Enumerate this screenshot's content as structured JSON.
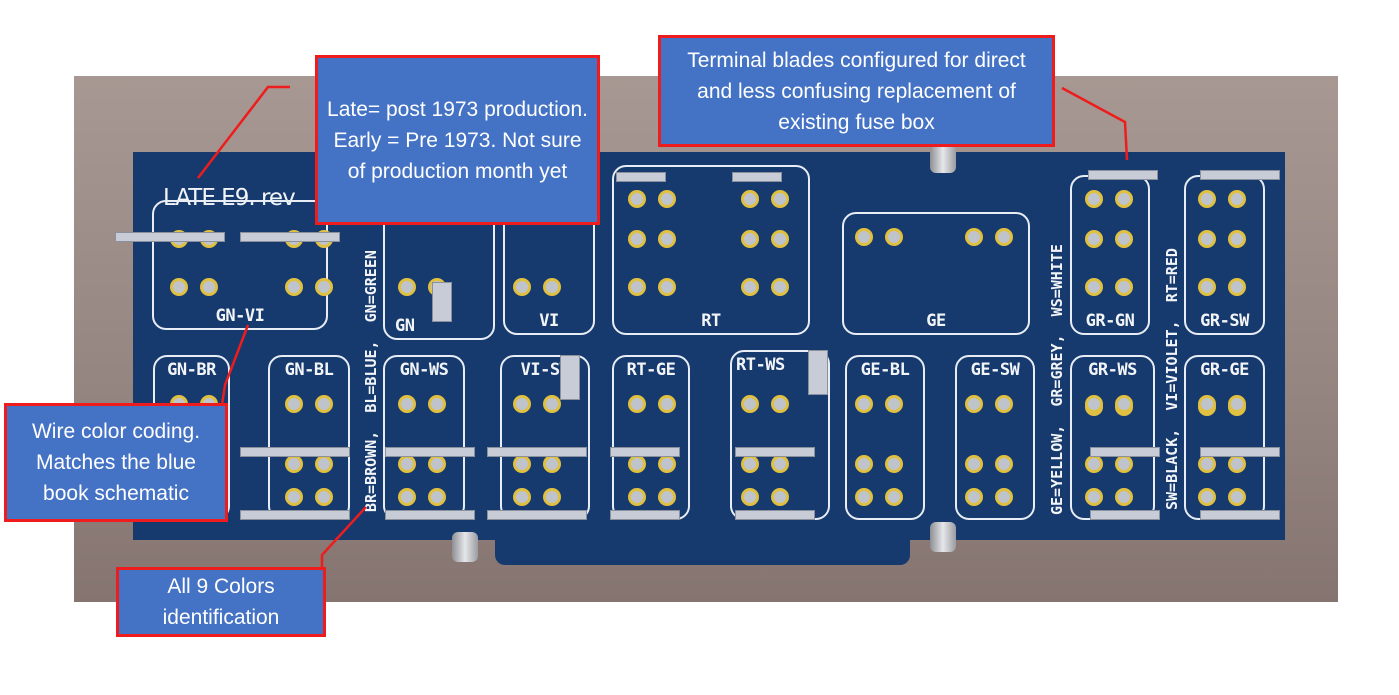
{
  "board": {
    "title": "LATE E9. rev",
    "legend_left": "BR=BROWN,  BL=BLUE,  GN=GREEN",
    "legend_mid": "GE=YELLOW,  GR=GREY,  WS=WHITE",
    "legend_right": "SW=BLACK,  VI=VIOLET,  RT=RED",
    "modules_top": [
      "GN-VI",
      "GN",
      "VI",
      "RT",
      "GE",
      "GR-GN",
      "GR-SW"
    ],
    "modules_bottom": [
      "GN-BR",
      "GN-BL",
      "GN-WS",
      "VI-SW",
      "RT-GE",
      "RT-WS",
      "GE-BL",
      "GE-SW",
      "GR-WS",
      "GR-GE"
    ]
  },
  "callouts": {
    "revision": "Late= post 1973 production. Early = Pre 1973. Not sure of production month yet",
    "terminals": "Terminal blades configured for direct and less confusing replacement of existing fuse box",
    "wire_coding": "Wire color coding. Matches the blue book schematic",
    "colors": "All 9 Colors identification"
  },
  "colors": {
    "board": "#163a6e",
    "callout_fill": "#4472c4",
    "callout_border": "#ee1c1c",
    "pad": "#e0c040"
  }
}
